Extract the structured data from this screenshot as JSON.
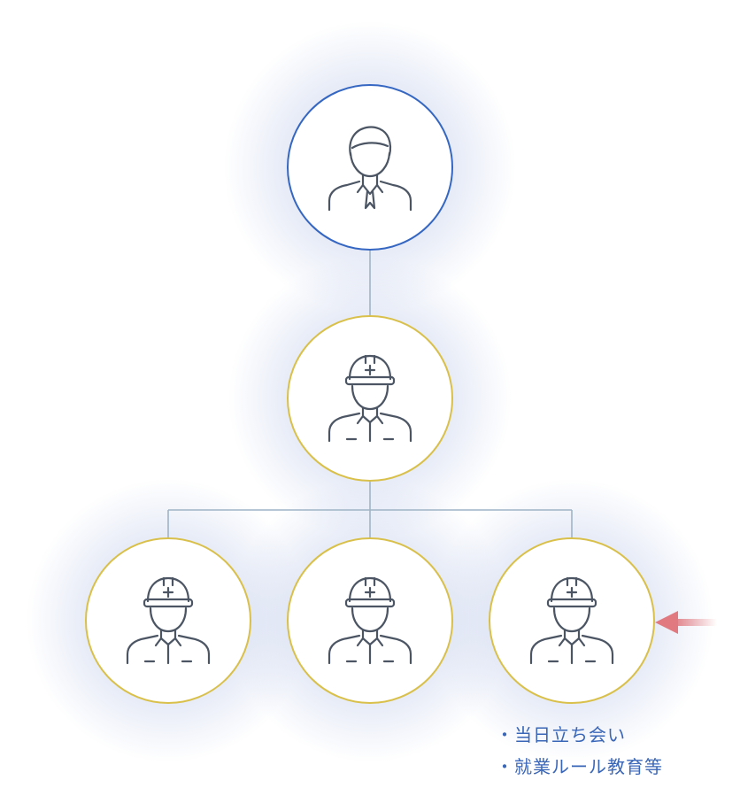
{
  "colors": {
    "manager_ring": "#3567c2",
    "worker_ring": "#d9c04a",
    "icon_stroke": "#4b5563",
    "connector": "#9fb4c6",
    "halo": "#cfd8ef",
    "arrow": "#e07a80",
    "note_text": "#3a66b8"
  },
  "nodes": [
    {
      "id": "manager",
      "icon": "manager-person-icon",
      "tier": 0
    },
    {
      "id": "foreman",
      "icon": "hardhat-worker-icon",
      "tier": 1
    },
    {
      "id": "worker-1",
      "icon": "hardhat-worker-icon",
      "tier": 2
    },
    {
      "id": "worker-2",
      "icon": "hardhat-worker-icon",
      "tier": 2
    },
    {
      "id": "worker-3",
      "icon": "hardhat-worker-icon",
      "tier": 2,
      "highlighted": true
    }
  ],
  "highlight_marker": "arrow-left-icon",
  "notes": [
    "・当日立ち会い",
    "・就業ルール教育等"
  ]
}
